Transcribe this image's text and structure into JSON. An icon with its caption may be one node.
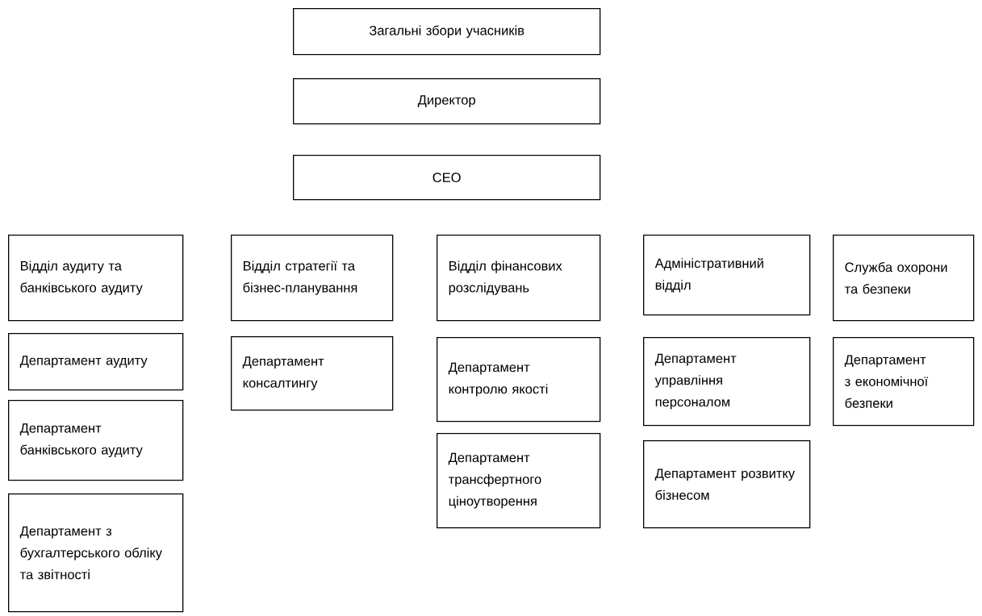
{
  "diagram": {
    "nodes": [
      {
        "text": [
          "Загальні збори учасників"
        ]
      },
      {
        "text": [
          "Директор"
        ]
      },
      {
        "text": [
          "CEO"
        ]
      },
      {
        "text": [
          "Відділ аудиту та банківського аудиту"
        ]
      },
      {
        "text": [
          "Департамент аудиту"
        ]
      },
      {
        "text": [
          "Департамент банківського аудиту"
        ]
      },
      {
        "text": [
          "Департамент з бухгалтерського обліку та звітності"
        ]
      },
      {
        "text": [
          "Відділ стратегії та бізнес-планування"
        ]
      },
      {
        "text": [
          "Департамент консалтингу"
        ]
      },
      {
        "text": [
          "Відділ фінансових розслідувань"
        ]
      },
      {
        "text": [
          "Департамент контролю якості"
        ]
      },
      {
        "text": [
          "Департамент трансфертного ціноутворення"
        ]
      },
      {
        "text": [
          "Адміністративний відділ"
        ]
      },
      {
        "text": [
          "Департамент управління персоналом"
        ]
      },
      {
        "text": [
          "Департамент розвитку бізнесом"
        ]
      },
      {
        "text": [
          "Служба охорони та безпеки"
        ]
      },
      {
        "text": [
          "Департамент з економічної безпеки"
        ]
      }
    ]
  }
}
